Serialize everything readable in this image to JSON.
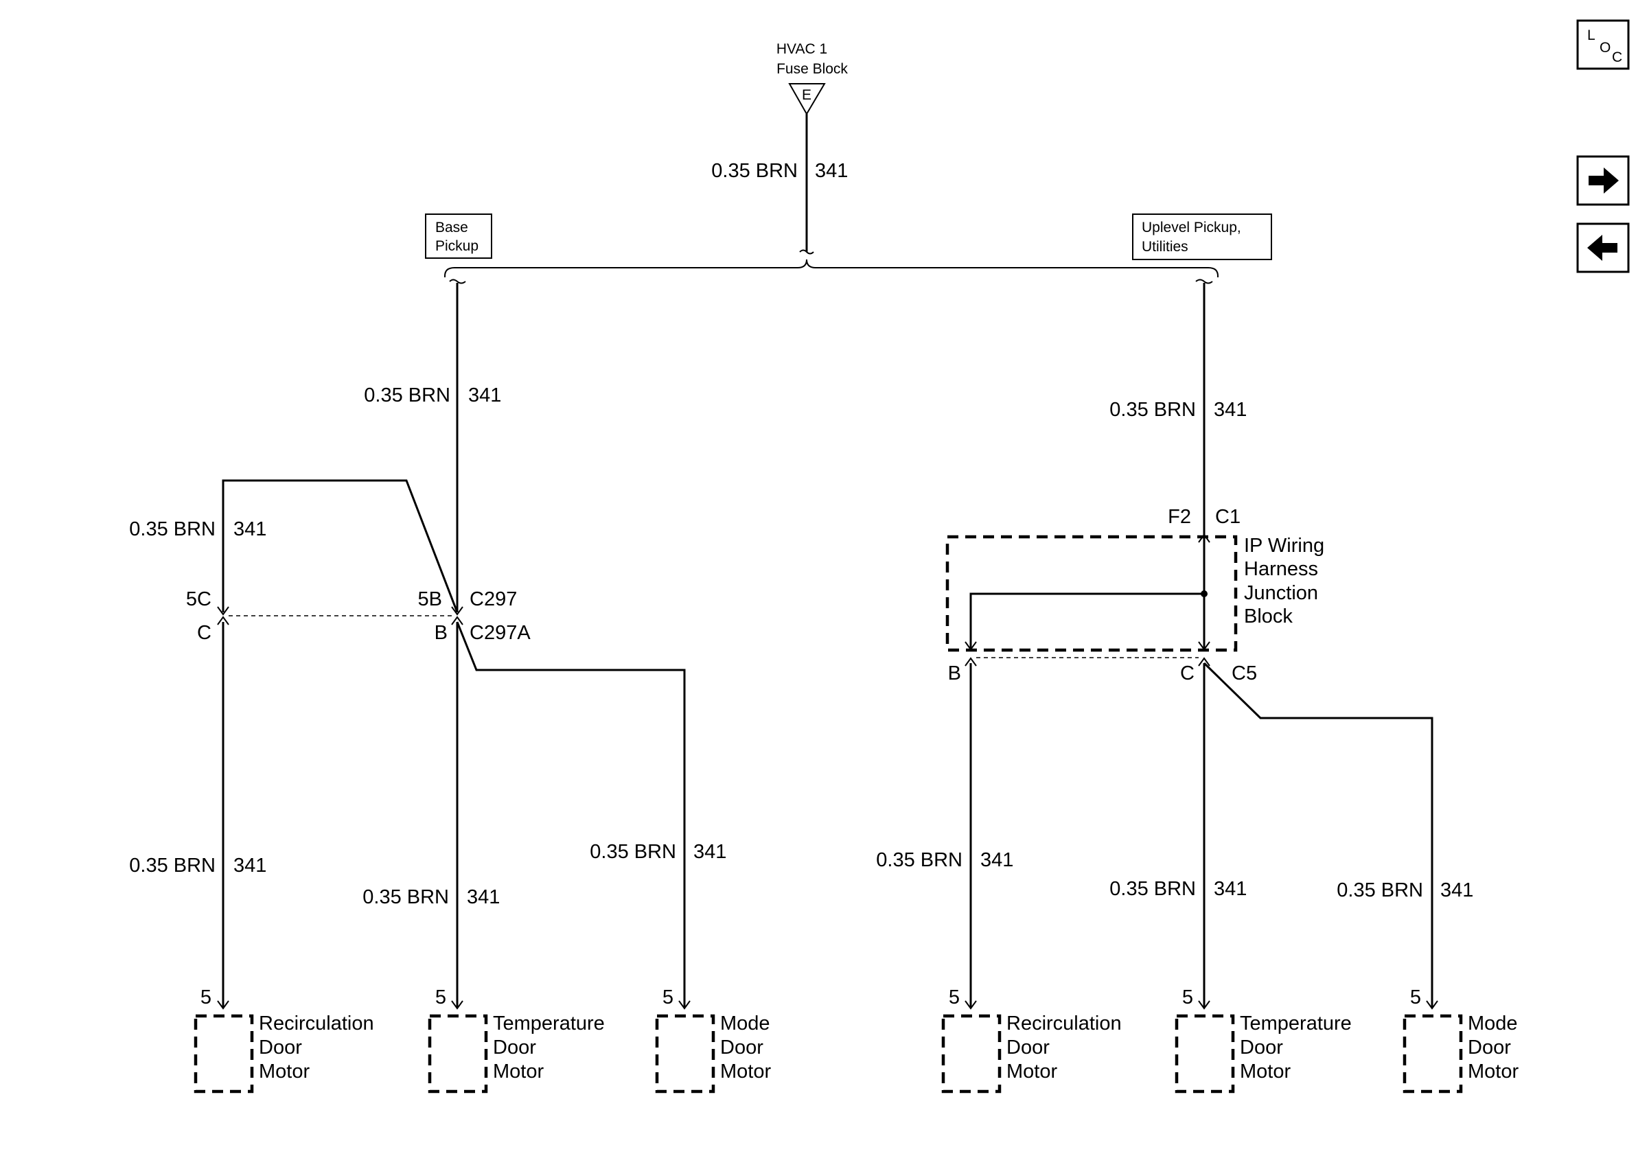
{
  "source": {
    "line1": "HVAC 1",
    "line2": "Fuse Block",
    "terminal": "E"
  },
  "wire": {
    "gauge_color": "0.35 BRN",
    "circuit": "341"
  },
  "options": {
    "base": {
      "line1": "Base",
      "line2": "Pickup"
    },
    "uplevel": {
      "line1": "Uplevel Pickup,",
      "line2": "Utilities"
    }
  },
  "base_connectors": {
    "c297": {
      "name": "C297",
      "pin_recirc": "5C",
      "pin_temp": "5B"
    },
    "c297a": {
      "name": "C297A",
      "pin_recirc": "C",
      "pin_temp": "B"
    }
  },
  "junction_block": {
    "line1": "IP Wiring",
    "line2": "Harness",
    "line3": "Junction",
    "line4": "Block",
    "in_pin": "F2",
    "in_conn": "C1",
    "out_pin_b": "B",
    "out_pin_c": "C",
    "out_conn": "C5"
  },
  "motors": {
    "pin": "5",
    "recirc": {
      "l1": "Recirculation",
      "l2": "Door",
      "l3": "Motor"
    },
    "temp": {
      "l1": "Temperature",
      "l2": "Door",
      "l3": "Motor"
    },
    "mode": {
      "l1": "Mode",
      "l2": "Door",
      "l3": "Motor"
    }
  },
  "nav": {
    "loc_l": "L",
    "loc_o": "O",
    "loc_c": "C"
  }
}
